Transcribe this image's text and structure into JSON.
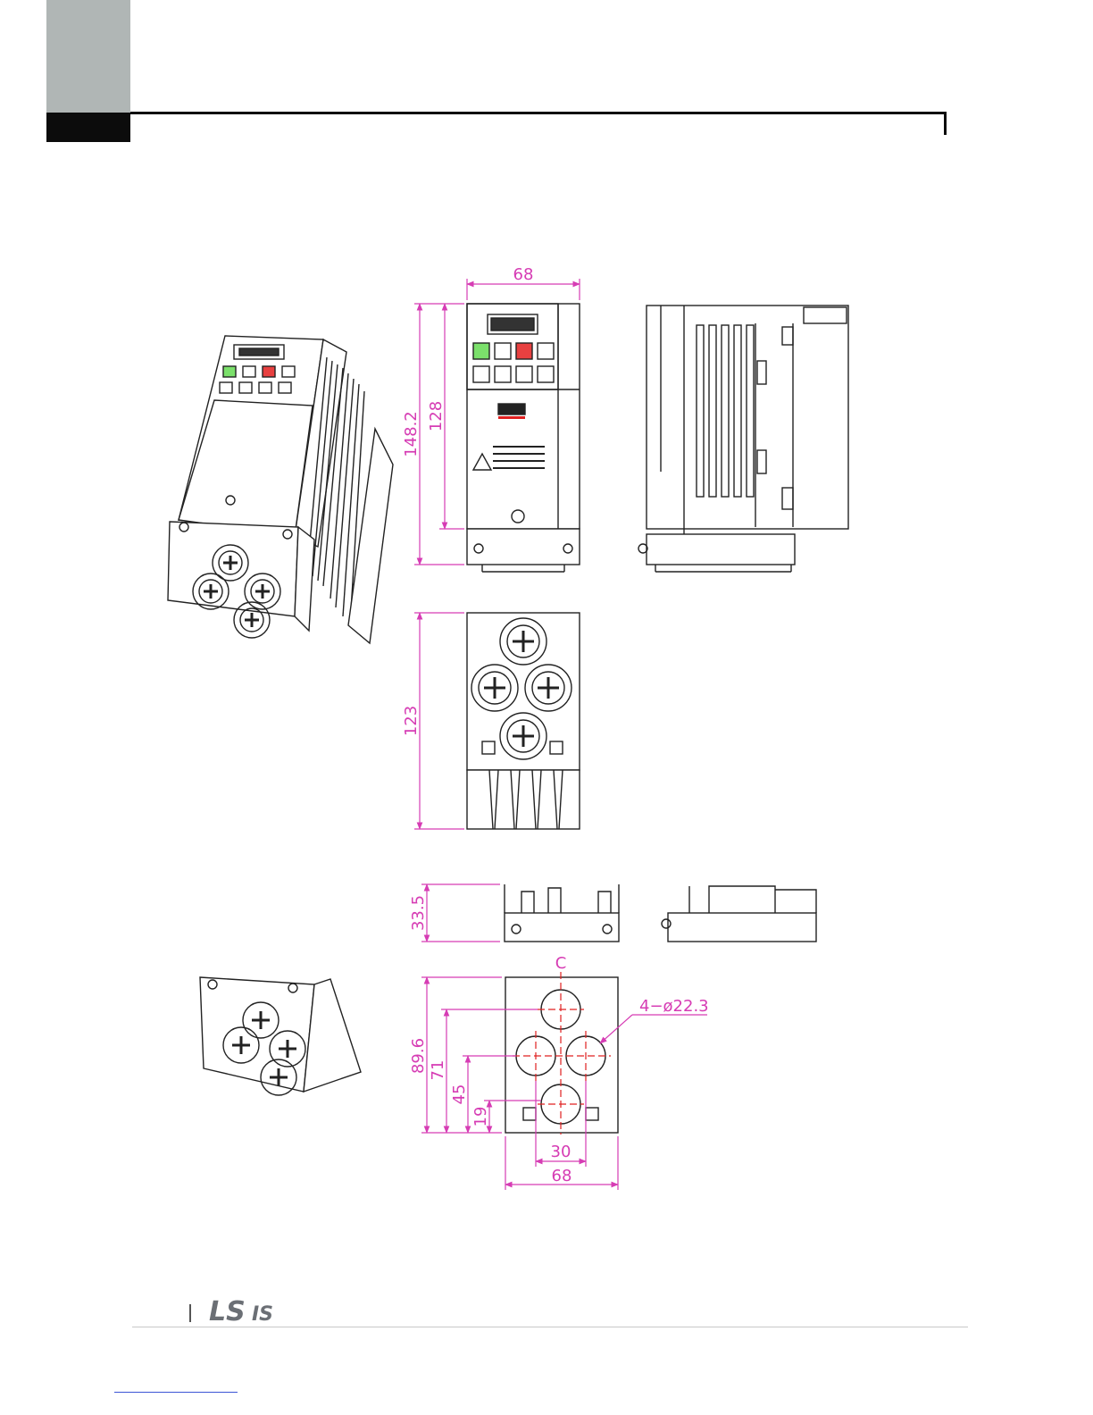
{
  "brand": {
    "logo_text": "LSis",
    "accent_color": "#d63cb4",
    "centerline_color": "#e02020"
  },
  "dimensions": {
    "front_width": "68",
    "front_height_total": "148.2",
    "front_height_body": "128",
    "bottom_view_height": "123",
    "plate_depth": "33.5",
    "plate_height": "89.6",
    "hole_row_1": "71",
    "hole_row_2": "45",
    "hole_row_3": "19",
    "hole_spacing": "30",
    "plate_width": "68",
    "hole_callout": "4−ø22.3",
    "centerline_symbol": "C"
  }
}
